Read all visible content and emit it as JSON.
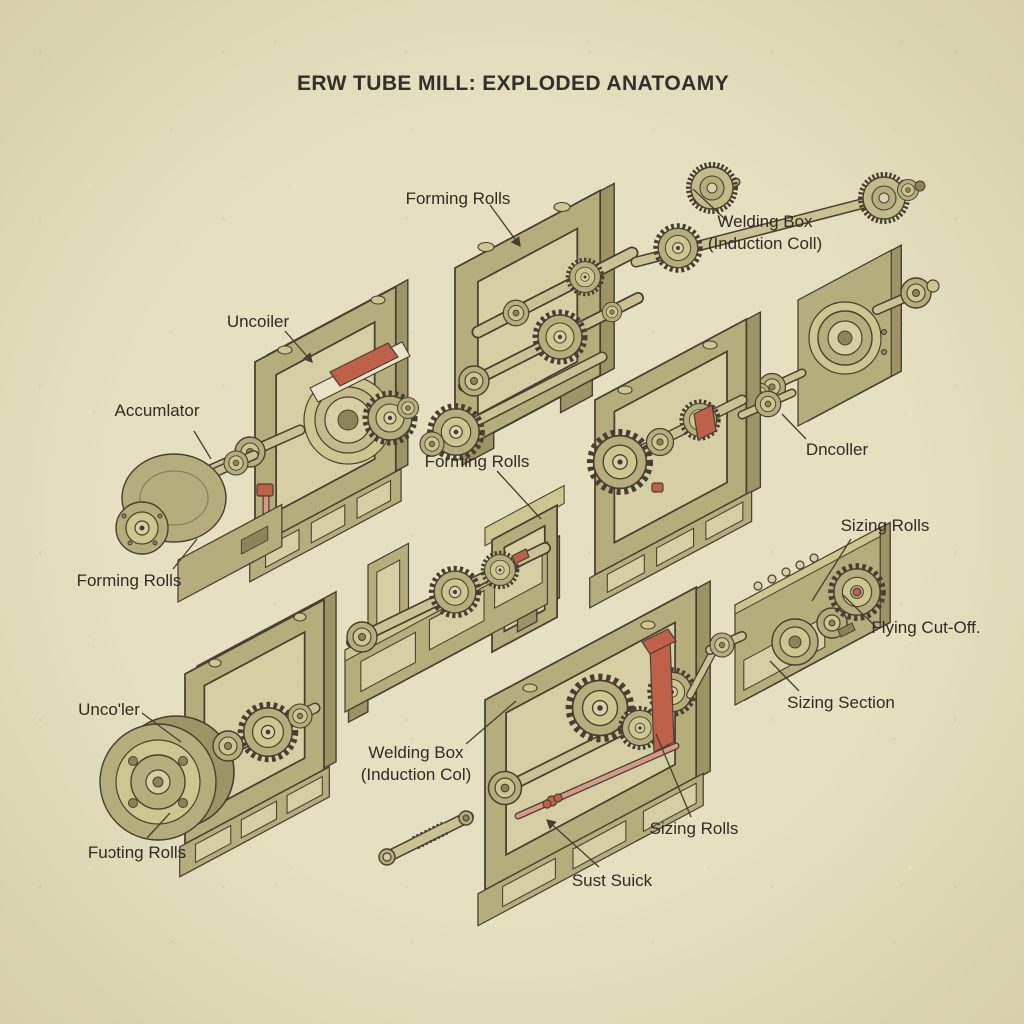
{
  "title": "ERW TUBE MILL: EXPLODED ANATOAMY",
  "labels": {
    "forming_rolls_top": "Forming Rolls",
    "welding_box_top_1": "Welding Box",
    "welding_box_top_2": "(Induction Coll)",
    "uncoiler_top": "Uncoiler",
    "accumlator": "Accumlator",
    "forming_rolls_left": "Forming Rolls",
    "forming_rolls_mid": "Forming Rolls",
    "dncoller": "Dncoller",
    "sizing_rolls_right": "Sizing Rolls",
    "flying_cutoff": "Flying Cut-Off.",
    "sizing_section": "Sizing Section",
    "uncoler_bottom": "Unco'ler",
    "welding_box_bottom_1": "Welding Box",
    "welding_box_bottom_2": "(Induction Col)",
    "fuoting_rolls": "Fuɔting Rolls",
    "sizing_rolls_bottom": "Sizing Rolls",
    "sust_suick": "Sust Suick"
  },
  "illustrations": {
    "top_forming_mill_stand": "forming-roll-stand-with-gear-shafts",
    "welding_box_shaft": "knurled-induction-coil-shaft",
    "outlet_plate": "uncoiler-plate-with-bore",
    "upper_uncoiler_stand": "uncoiler-stand-with-strip-coil",
    "accumulator_machine": "dome-accumulator-with-flange-disc",
    "middle_forming_bed": "forming-roll-bed-machine",
    "center_right_stand": "mill-stand-with-large-gear",
    "bottom_left_uncoiler": "uncoiler-with-large-coil-disc",
    "bottom_welding_box": "welding-box-stand-with-gear-train",
    "loose_shaft": "ribbed-spindle-shaft",
    "sizing_section_block": "sizing-and-cutoff-gearbox"
  },
  "palette": {
    "background": "#dcd7b4",
    "machine_mid": "#b6ad7d",
    "machine_light": "#cec691",
    "machine_dark": "#9d9466",
    "window_pale": "#d6cfa4",
    "outline": "#46412f",
    "accent_red": "#bf614a",
    "accent_pink": "#d79a87",
    "label_text": "#2f2c26"
  }
}
